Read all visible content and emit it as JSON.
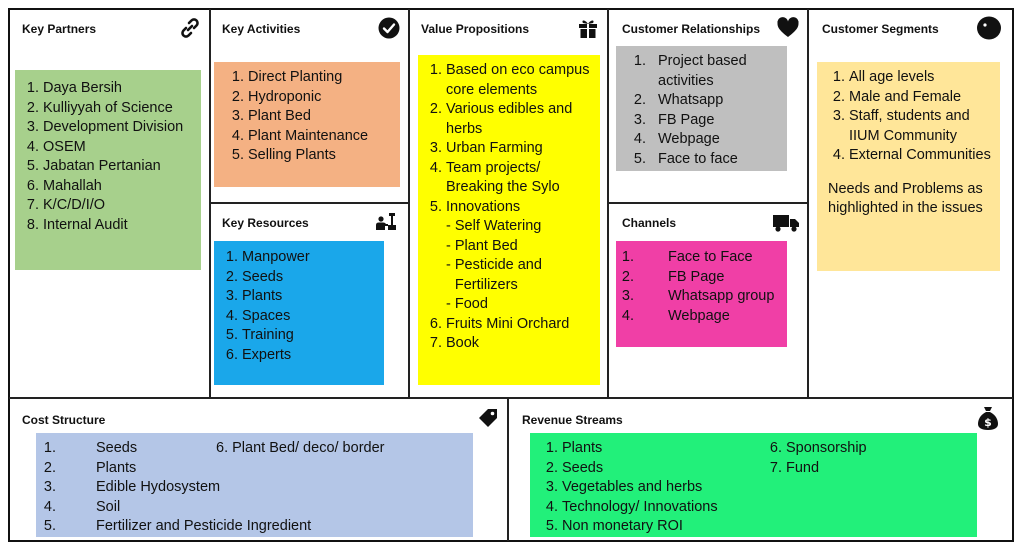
{
  "colors": {
    "partners": "#a7d08c",
    "activities": "#f4b183",
    "resources": "#1aa7ea",
    "value": "#ffff00",
    "relationships": "#bfbfbf",
    "channels": "#f03fa6",
    "segments": "#ffe699",
    "cost": "#b4c6e7",
    "revenue": "#22f07a"
  },
  "icons": {
    "partners": "link-icon",
    "activities": "check-circle-icon",
    "value": "gift-icon",
    "relationships": "heart-icon",
    "segments": "face-icon",
    "resources": "worker-icon",
    "channels": "truck-icon",
    "cost": "tag-icon",
    "revenue": "money-bag-icon"
  },
  "key_partners": {
    "title": "Key Partners",
    "items": [
      "Daya Bersih",
      "Kulliyyah of Science",
      "Development Division",
      "OSEM",
      "Jabatan Pertanian",
      "Mahallah",
      "K/C/D/I/O",
      "Internal Audit"
    ]
  },
  "key_activities": {
    "title": "Key Activities",
    "items": [
      "Direct Planting",
      "Hydroponic",
      "Plant Bed",
      "Plant Maintenance",
      "Selling Plants"
    ]
  },
  "key_resources": {
    "title": "Key Resources",
    "items": [
      "Manpower",
      "Seeds",
      "Plants",
      "Spaces",
      "Training",
      "Experts"
    ]
  },
  "value_propositions": {
    "title": "Value Propositions",
    "items": [
      "Based on eco campus core elements",
      "Various edibles and herbs",
      "Urban Farming",
      "Team projects/ Breaking the Sylo",
      "Innovations"
    ],
    "innovations": [
      "Self Watering",
      "Plant Bed",
      "Pesticide and Fertilizers",
      "Food"
    ],
    "items_after": [
      "Fruits Mini Orchard",
      "Book"
    ]
  },
  "customer_relationships": {
    "title": "Customer Relationships",
    "items": [
      "Project based activities",
      "Whatsapp",
      "FB Page",
      "Webpage",
      "Face to face"
    ]
  },
  "channels": {
    "title": "Channels",
    "items": [
      "Face to Face",
      "FB Page",
      "Whatsapp group",
      "Webpage"
    ]
  },
  "customer_segments": {
    "title": "Customer Segments",
    "items": [
      "All age levels",
      "Male and Female",
      "Staff, students and IIUM Community",
      "External Communities"
    ],
    "note": "Needs and Problems as highlighted in the issues"
  },
  "cost_structure": {
    "title": "Cost Structure",
    "items_left": [
      "Seeds",
      "Plants",
      "Edible Hydosystem",
      "Soil",
      "Fertilizer and Pesticide Ingredient"
    ],
    "items_right": [
      "Plant Bed/ deco/ border"
    ]
  },
  "revenue_streams": {
    "title": "Revenue Streams",
    "items_left": [
      "Plants",
      "Seeds",
      "Vegetables and herbs",
      "Technology/ Innovations",
      "Non monetary ROI"
    ],
    "items_right": [
      "Sponsorship",
      "Fund"
    ]
  }
}
